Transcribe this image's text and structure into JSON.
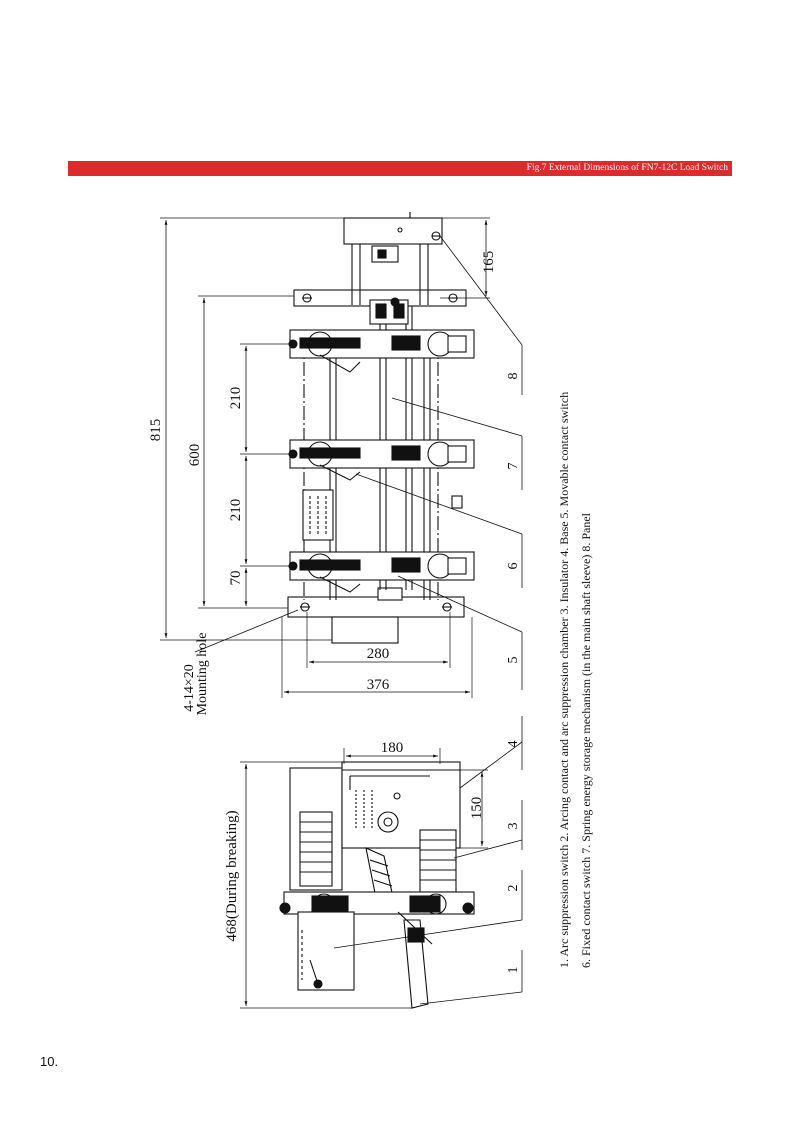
{
  "figure_title": "Fig.7 External Dimensions of FN7-12C Load Switch",
  "page_number": "10.",
  "dimensions": {
    "d815": "815",
    "d600": "600",
    "d210a": "210",
    "d210b": "210",
    "d70": "70",
    "d165": "165",
    "d280": "280",
    "d376": "376",
    "d180": "180",
    "d150": "150",
    "d468": "468(During breaking)"
  },
  "mounting_hole": {
    "size": "4-14×20",
    "label": "Mounting hole"
  },
  "callouts": [
    "1",
    "2",
    "3",
    "4",
    "5",
    "6",
    "7",
    "8"
  ],
  "legend": {
    "line1": "1. Arc suppression switch 2. Arcing contact and arc suppression chamber 3. Insulator 4. Base 5. Movable contact switch",
    "line2": "6. Fixed contact switch 7. Spring energy storage mechanism (in the main shaft sleeve) 8. Panel"
  },
  "colors": {
    "banner": "#dc2b2b",
    "lines": "#111111"
  }
}
